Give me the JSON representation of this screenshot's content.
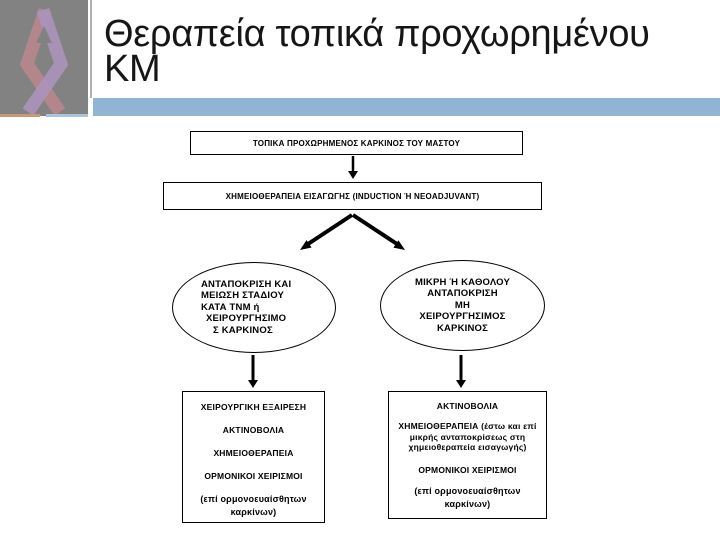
{
  "slide": {
    "title": {
      "line1": "Θεραπεία τοπικά προχωρημένου",
      "line2": "ΚΜ"
    }
  },
  "colors": {
    "accent_bar": "#92b4d4",
    "thin_blue": "#aac6de",
    "logo_background": "#828282",
    "line_gray": "#b1b1b1",
    "tan_accent": "#c89878",
    "ribbon_rose": "#b2868b",
    "ribbon_lavender": "#ab94bb",
    "diagram_border": "#000000"
  },
  "diagram": {
    "top_box": "ΤΟΠΙΚΑ ΠΡΟΧΩΡΗΜΕΝΟΣ ΚΑΡΚΙΝΟΣ ΤΟΥ ΜΑΣΤΟΥ",
    "induction_box": "ΧΗΜΕΙΟΘΕΡΑΠΕΙΑ ΕΙΣΑΓΩΓΗΣ (INDUCTION Ή NEOADJUVANT)",
    "response_ellipse": {
      "lines": [
        "ΑΝΤΑΠΟΚΡΙΣΗ ΚΑΙ",
        "ΜΕΙΩΣΗ ΣΤΑΔΙΟΥ",
        "ΚΑΤΑ ΤΝΜ ή",
        "ΧΕΙΡΟΥΡΓΗΣΙΜΟ",
        "Σ ΚΑΡΚΙΝΟΣ"
      ]
    },
    "no_response_ellipse": {
      "lines": [
        "ΜΙΚΡΗ Ή ΚΑΘΟΛΟΥ",
        "ΑΝΤΑΠΟΚΡΙΣΗ",
        "ΜΗ",
        "ΧΕΙΡΟΥΡΓΗΣΙΜΟΣ",
        "ΚΑΡΚΙΝΟΣ"
      ]
    },
    "operable_box": {
      "items": [
        "ΧΕΙΡΟΥΡΓΙΚΗ ΕΞΑΙΡΕΣΗ",
        "ΑΚΤΙΝΟΒΟΛΙΑ",
        "ΧΗΜΕΙΟΘΕΡΑΠΕΙΑ",
        "ΟΡΜΟΝΙΚΟΙ ΧΕΙΡΙΣΜΟΙ"
      ],
      "note": "(επί ορμονοευαίσθητων καρκίνων)"
    },
    "inoperable_box": {
      "items": [
        "ΑΚΤΙΝΟΒΟΛΙΑ",
        "ΧΗΜΕΙΟΘΕΡΑΠΕΙΑ (έστω και επί μικρής ανταποκρίσεως στη χημειοθεραπεία εισαγωγής)",
        "ΟΡΜΟΝΙΚΟΙ ΧΕΙΡΙΣΜΟΙ"
      ],
      "note": "(επί ορμονοευαίσθητων καρκίνων)"
    }
  }
}
